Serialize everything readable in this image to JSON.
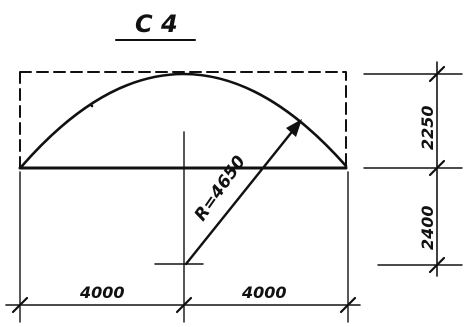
{
  "drawing": {
    "title": "С 4",
    "radius_label": "R=4650",
    "dimensions": {
      "left_span": "4000",
      "right_span": "4000",
      "rise": "2250",
      "offset": "2400"
    }
  },
  "colors": {
    "ink": "#111111",
    "paper": "#ffffff"
  }
}
